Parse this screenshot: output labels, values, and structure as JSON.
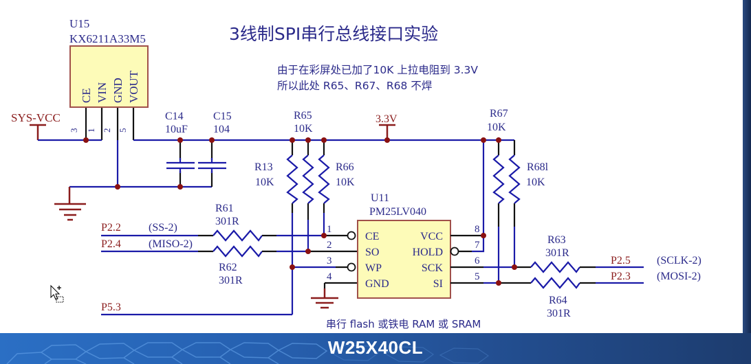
{
  "title": "3线制SPI串行总线接口实验",
  "note": {
    "line1": "由于在彩屏处已加了10K 上拉电阻到 3.3V",
    "line2": "所以此处 R65、R67、R68 不焊"
  },
  "regulator": {
    "ref": "U15",
    "part": "KX6211A33M5",
    "pins": [
      {
        "name": "CE",
        "num": "3"
      },
      {
        "name": "VIN",
        "num": "1"
      },
      {
        "name": "GND",
        "num": "2"
      },
      {
        "name": "VOUT",
        "num": "5"
      }
    ]
  },
  "power": {
    "sys_vcc": "SYS-VCC",
    "v33": "3.3V"
  },
  "capacitors": [
    {
      "ref": "C14",
      "value": "10uF"
    },
    {
      "ref": "C15",
      "value": "104"
    }
  ],
  "pullups": [
    {
      "ref": "R65",
      "value": "10K"
    },
    {
      "ref": "R13",
      "value": "10K"
    },
    {
      "ref": "R66",
      "value": "10K"
    },
    {
      "ref": "R67",
      "value": "10K"
    },
    {
      "ref": "R68",
      "value": "10K",
      "ref_display": "R68l"
    }
  ],
  "series_resistors": [
    {
      "ref": "R61",
      "value": "301R"
    },
    {
      "ref": "R62",
      "value": "301R"
    },
    {
      "ref": "R63",
      "value": "301R"
    },
    {
      "ref": "R64",
      "value": "301R"
    }
  ],
  "memory": {
    "ref": "U11",
    "part": "PM25LV040",
    "left_pins": [
      {
        "num": "1",
        "name": "CE"
      },
      {
        "num": "2",
        "name": "SO"
      },
      {
        "num": "3",
        "name": "WP"
      },
      {
        "num": "4",
        "name": "GND"
      }
    ],
    "right_pins": [
      {
        "num": "8",
        "name": "VCC"
      },
      {
        "num": "7",
        "name": "HOLD"
      },
      {
        "num": "6",
        "name": "SCK"
      },
      {
        "num": "5",
        "name": "SI"
      }
    ],
    "caption": "串行 flash 或铁电 RAM 或 SRAM"
  },
  "nets_left": [
    {
      "port": "P2.2",
      "signal": "(SS-2)"
    },
    {
      "port": "P2.4",
      "signal": "(MISO-2)"
    },
    {
      "port": "P5.3",
      "signal": ""
    }
  ],
  "nets_right": [
    {
      "port": "P2.5",
      "signal": "(SCLK-2)"
    },
    {
      "port": "P2.3",
      "signal": "(MOSI-2)"
    }
  ],
  "footer": {
    "title": "W25X40CL"
  },
  "colors": {
    "wire": "#1a1aa8",
    "net_label": "#8a1c1c",
    "text": "#2b2a8a",
    "chip_fill": "#fdfbb8",
    "footer_bg": "#2660b0"
  }
}
